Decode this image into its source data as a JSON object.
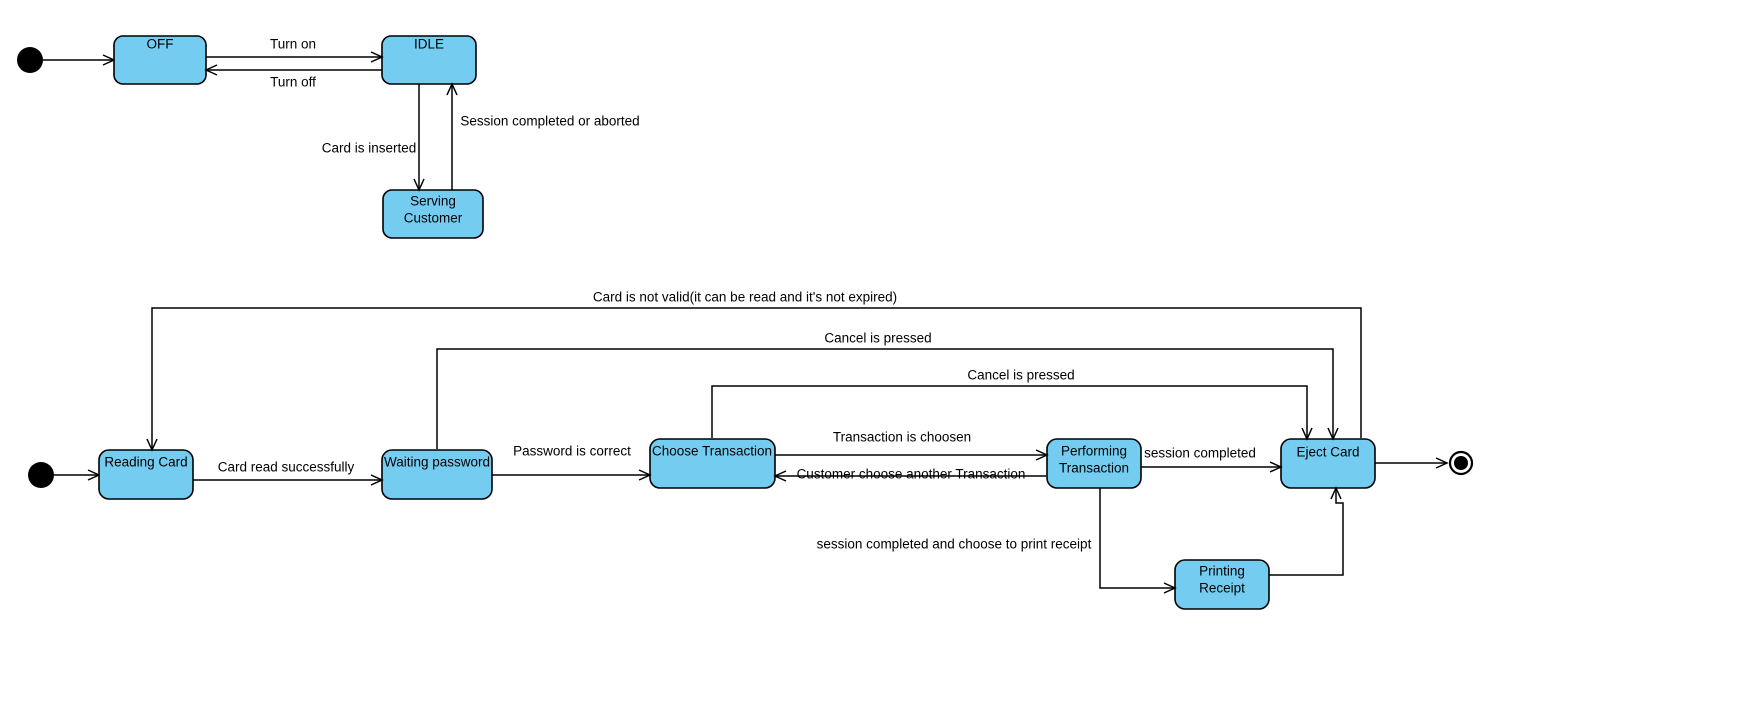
{
  "diagram": {
    "kind": "uml-state-machine",
    "colors": {
      "state_fill": "#74cdf0",
      "state_stroke": "#000000",
      "edge": "#000000",
      "text": "#000000",
      "background": "#ffffff"
    },
    "machines": [
      {
        "id": "atm-lifecycle",
        "states": [
          {
            "id": "off",
            "label": "OFF"
          },
          {
            "id": "idle",
            "label": "IDLE"
          },
          {
            "id": "serving",
            "label_line1": "Serving",
            "label_line2": "Customer"
          }
        ],
        "pseudostates": [
          {
            "id": "start-top",
            "kind": "initial"
          }
        ],
        "transitions": [
          {
            "from": "start-top",
            "to": "off",
            "label": ""
          },
          {
            "from": "off",
            "to": "idle",
            "label": "Turn on"
          },
          {
            "from": "idle",
            "to": "off",
            "label": "Turn off"
          },
          {
            "from": "idle",
            "to": "serving",
            "label": "Card is inserted"
          },
          {
            "from": "serving",
            "to": "idle",
            "label": "Session completed or aborted"
          }
        ]
      },
      {
        "id": "atm-session",
        "states": [
          {
            "id": "reading",
            "label": "Reading Card"
          },
          {
            "id": "waiting",
            "label": "Waiting password"
          },
          {
            "id": "choose",
            "label": "Choose Transaction"
          },
          {
            "id": "performing",
            "label_line1": "Performing",
            "label_line2": "Transaction"
          },
          {
            "id": "eject",
            "label": "Eject Card"
          },
          {
            "id": "printing",
            "label_line1": "Printing",
            "label_line2": "Receipt"
          }
        ],
        "pseudostates": [
          {
            "id": "start-bottom",
            "kind": "initial"
          },
          {
            "id": "end-bottom",
            "kind": "final"
          }
        ],
        "transitions": [
          {
            "from": "start-bottom",
            "to": "reading",
            "label": ""
          },
          {
            "from": "reading",
            "to": "waiting",
            "label": "Card read successfully"
          },
          {
            "from": "waiting",
            "to": "choose",
            "label": "Password is correct"
          },
          {
            "from": "choose",
            "to": "performing",
            "label": "Transaction is choosen"
          },
          {
            "from": "performing",
            "to": "choose",
            "label": "Customer choose another Transaction"
          },
          {
            "from": "performing",
            "to": "eject",
            "label": "session completed"
          },
          {
            "from": "eject",
            "to": "reading",
            "label": "Card is not valid(it can be read and it's not expired)"
          },
          {
            "from": "waiting",
            "to": "eject",
            "label": "Cancel is pressed"
          },
          {
            "from": "choose",
            "to": "eject",
            "label": "Cancel is pressed"
          },
          {
            "from": "performing",
            "to": "printing",
            "label": "session completed and choose to print receipt"
          },
          {
            "from": "printing",
            "to": "eject",
            "label": ""
          },
          {
            "from": "eject",
            "to": "end-bottom",
            "label": ""
          }
        ]
      }
    ],
    "labels": {
      "turn_on": "Turn on",
      "turn_off": "Turn off",
      "card_is_inserted": "Card is inserted",
      "session_completed_or_aborted": "Session completed or aborted",
      "card_read_successfully": "Card read successfully",
      "password_is_correct": "Password is correct",
      "transaction_is_choosen": "Transaction is choosen",
      "customer_choose_another_transaction": "Customer choose another Transaction",
      "session_completed": "session completed",
      "card_is_not_valid": "Card is not valid(it can be read and it's not expired)",
      "cancel_is_pressed_upper": "Cancel is pressed",
      "cancel_is_pressed_lower": "Cancel is pressed",
      "session_completed_print_receipt": "session completed and choose to print receipt"
    },
    "state_labels": {
      "off": "OFF",
      "idle": "IDLE",
      "serving_l1": "Serving",
      "serving_l2": "Customer",
      "reading": "Reading Card",
      "waiting": "Waiting password",
      "choose": "Choose Transaction",
      "performing_l1": "Performing",
      "performing_l2": "Transaction",
      "eject": "Eject Card",
      "printing_l1": "Printing",
      "printing_l2": "Receipt"
    }
  }
}
